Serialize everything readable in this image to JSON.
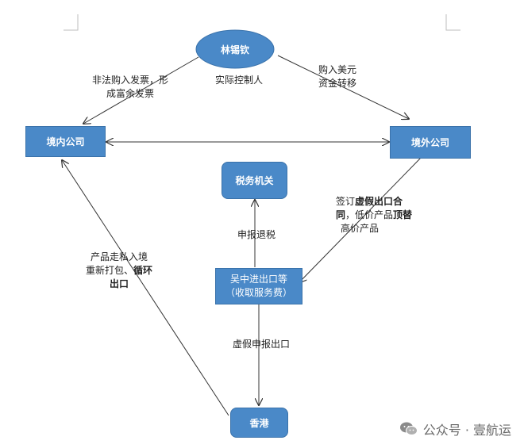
{
  "nodes": {
    "person": "林锡钦",
    "domestic": "境内公司",
    "foreign": "境外公司",
    "tax": "税务机关",
    "agent_line1": "吴中进出口等",
    "agent_line2": "（收取服务费）",
    "hk": "香港"
  },
  "labels": {
    "controller": "实际控制人",
    "invoice_1": "非法购入发票，形",
    "invoice_2": "成富余发票",
    "usd_1": "购入美元",
    "usd_2": "资金转移",
    "refund": "申报退税",
    "contract_1_a": "签订",
    "contract_1_b": "虚假出口合",
    "contract_2_a": "同",
    "contract_2_b": "，低价产品",
    "contract_2_c": "顶替",
    "contract_3": "高价产品",
    "smuggle_1": "产品走私入境",
    "smuggle_2_a": "重新打包、",
    "smuggle_2_b": "循环",
    "smuggle_3": "出口",
    "fake_export": "虚假申报出口"
  },
  "watermark": {
    "text": "公众号 · 壹航运",
    "icon": "wechat-icon"
  },
  "colors": {
    "node_fill": "#4a89c8",
    "arrow": "#333333"
  }
}
